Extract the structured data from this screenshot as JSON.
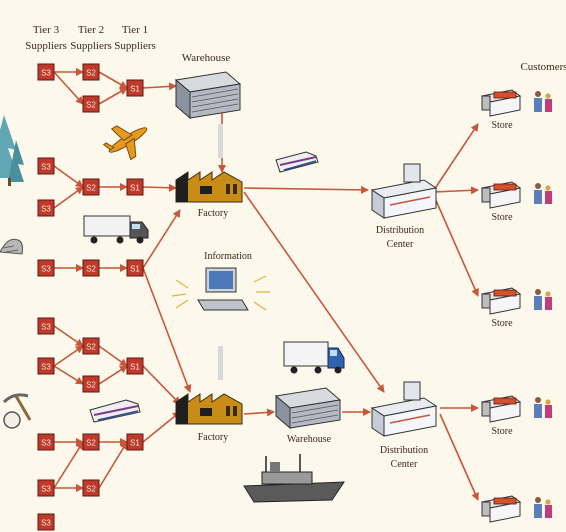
{
  "headers": {
    "tier3": [
      "Tier 3",
      "Suppliers"
    ],
    "tier2": [
      "Tier 2",
      "Suppliers"
    ],
    "tier1": [
      "Tier 1",
      "Suppliers"
    ]
  },
  "codes": {
    "s3": "S3",
    "s2": "S2",
    "s1": "S1"
  },
  "labels": {
    "warehouse": "Warehouse",
    "factory": "Factory",
    "information": "Information",
    "distribution_center": [
      "Distribution",
      "Center"
    ],
    "store": "Store",
    "customers": "Customers"
  },
  "colors": {
    "background": "#fdf8ec",
    "arrow": "#c8563a",
    "supplier_box": "#c0392b"
  }
}
